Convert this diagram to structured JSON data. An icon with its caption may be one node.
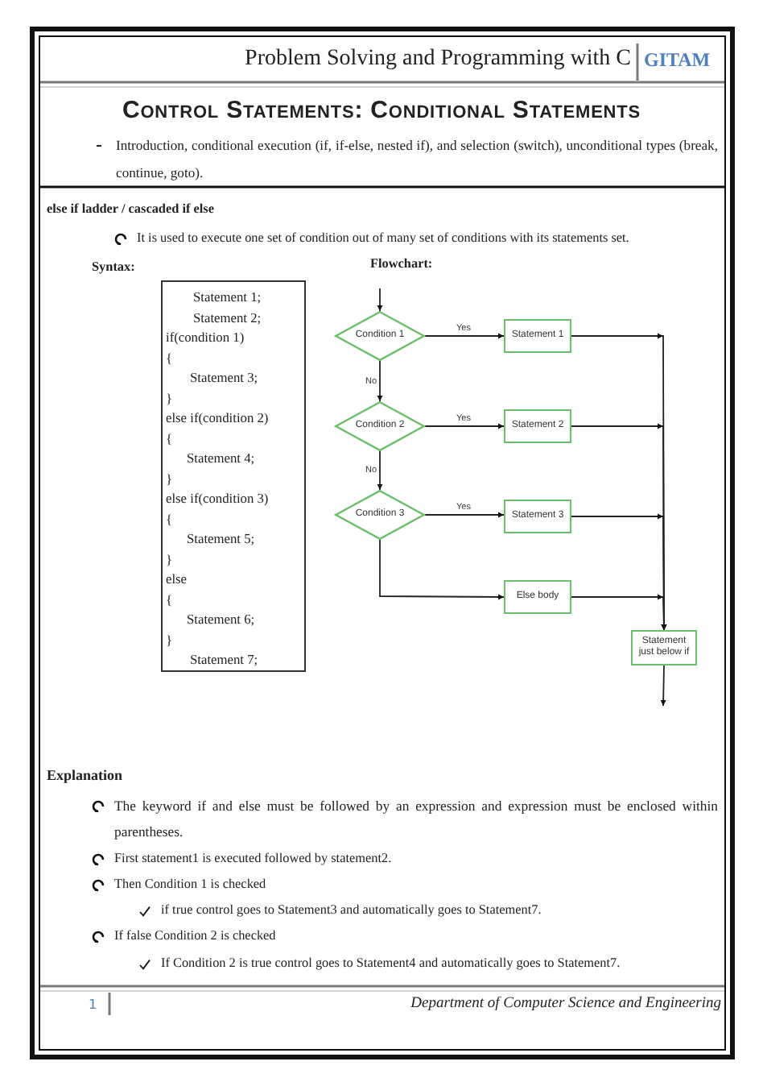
{
  "diagram": {
    "title": "Control Statements: Conditional Statements",
    "nodes": [
      {
        "text": [
          "Statement 1;",
          "Statement 2;",
          "if(condition 1)",
          "{",
          "Statement 3;",
          "}",
          "else if(condition 2)",
          "{",
          "Statement 4;",
          "}",
          "else if(condition 3)",
          "{",
          "Statement 5;",
          "}",
          "else",
          "{",
          "Statement 6;",
          "}",
          "Statement 7;"
        ]
      },
      {
        "text": [
          "Condition 1"
        ]
      },
      {
        "text": [
          "Statement 1"
        ]
      },
      {
        "text": [
          "Condition 2"
        ]
      },
      {
        "text": [
          "Statement 2"
        ]
      },
      {
        "text": [
          "Condition 3"
        ]
      },
      {
        "text": [
          "Statement 3"
        ]
      },
      {
        "text": [
          "Else body"
        ]
      },
      {
        "text": [
          "Statement just below if"
        ]
      }
    ],
    "edges": [
      {
        "from": null,
        "to": 1,
        "arrow": "to"
      },
      {
        "from": 1,
        "to": 2,
        "arrow": "to",
        "label": "Yes"
      },
      {
        "from": 1,
        "to": 3,
        "arrow": "to",
        "label": "No"
      },
      {
        "from": 3,
        "to": 4,
        "arrow": "to",
        "label": "Yes"
      },
      {
        "from": 3,
        "to": 5,
        "arrow": "to",
        "label": "No"
      },
      {
        "from": 5,
        "to": 6,
        "arrow": "to",
        "label": "Yes"
      },
      {
        "from": 5,
        "to": 7,
        "arrow": "to"
      },
      {
        "from": 2,
        "to": 8,
        "arrow": "to"
      },
      {
        "from": 4,
        "to": 8,
        "arrow": "to"
      },
      {
        "from": 6,
        "to": 8,
        "arrow": "to"
      },
      {
        "from": 7,
        "to": 8,
        "arrow": "to"
      },
      {
        "from": 8,
        "to": null,
        "arrow": "to"
      }
    ],
    "labels": [
      "Problem Solving and Programming with C",
      "GITAM",
      "Introduction, conditional execution (if, if-else, nested if), and selection (switch), unconditional types (break, continue, goto).",
      "else if ladder / cascaded if else",
      "It is used to execute one set of condition out of many set of conditions with its statements set.",
      "Syntax:",
      "Flowchart:",
      "Explanation",
      "The keyword if and else must be followed by an expression and expression must be enclosed within parentheses.",
      "First statement1 is executed followed by statement2.",
      "Then Condition 1 is checked",
      "if true control goes to Statement3 and automatically goes to Statement7.",
      "If false Condition 2 is checked",
      "If Condition 2 is true control goes to Statement4 and automatically goes to Statement7.",
      "1",
      "Department of Computer Science and Engineering"
    ]
  }
}
